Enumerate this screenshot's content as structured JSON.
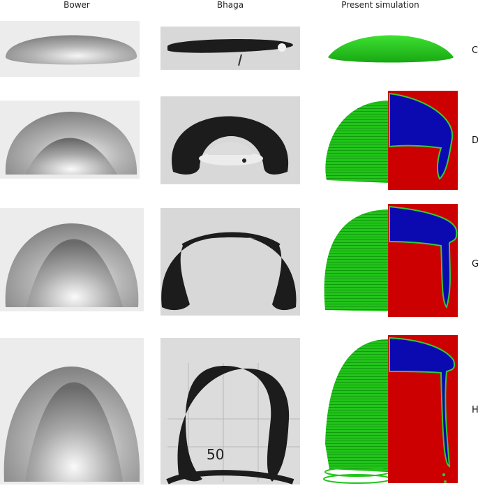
{
  "columns": {
    "bower": "Bower",
    "bhaga": "Bhaga",
    "simulation": "Present simulation"
  },
  "rows": [
    {
      "label": "C"
    },
    {
      "label": "D"
    },
    {
      "label": "G"
    },
    {
      "label": "H"
    }
  ],
  "figure_text": {
    "photo_marker": "50"
  },
  "colors": {
    "sim_green": "#22c41a",
    "sim_red": "#cc0000",
    "sim_blue": "#0a0ab0",
    "ink": "#1c1c1c",
    "paper": "#dcdcdc"
  }
}
